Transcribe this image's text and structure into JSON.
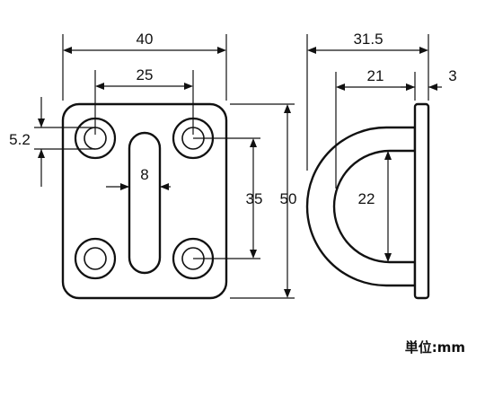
{
  "dimensions": {
    "plate_width": "40",
    "hole_spacing_horizontal": "25",
    "hole_diameter": "5.2",
    "slot_width": "8",
    "hole_spacing_vertical": "35",
    "plate_height": "50",
    "overall_depth": "31.5",
    "loop_depth": "21",
    "plate_thickness": "3",
    "loop_inner_height": "22"
  },
  "unit_label": "単位:mm"
}
